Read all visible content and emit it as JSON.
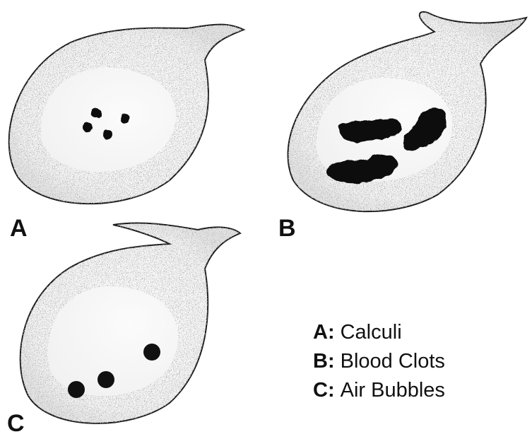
{
  "panels": [
    {
      "letter": "A"
    },
    {
      "letter": "B"
    },
    {
      "letter": "C"
    }
  ],
  "legend": [
    {
      "key": "A:",
      "label": "Calculi"
    },
    {
      "key": "B:",
      "label": "Blood Clots"
    },
    {
      "key": "C:",
      "label": "Air Bubbles"
    }
  ],
  "colors": {
    "background": "#ffffff",
    "ink": "#111111",
    "wall_stipple": "#1a1a1a",
    "lumen": "#f4f4f4"
  }
}
